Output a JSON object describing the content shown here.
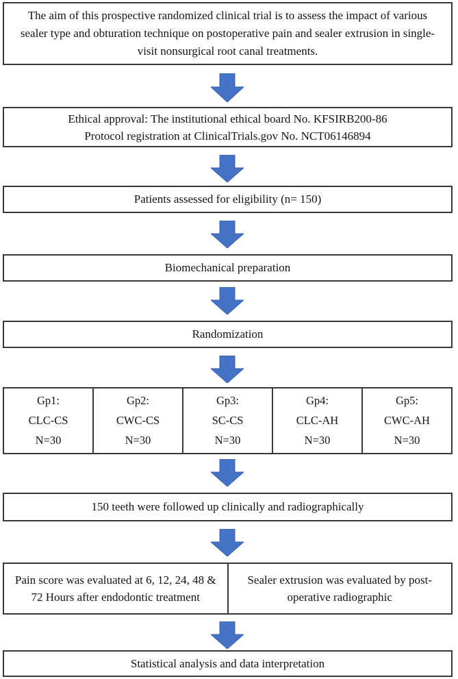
{
  "flow": {
    "aim": "The aim of this prospective randomized clinical trial is to assess the impact of various sealer type and obturation technique on postoperative pain and sealer extrusion in single-visit nonsurgical root canal treatments.",
    "ethics_line1": "Ethical approval: The institutional ethical board No. KFSIRB200-86",
    "ethics_line2": "Protocol registration at ClinicalTrials.gov No. NCT06146894",
    "eligibility": "Patients assessed for eligibility (n= 150)",
    "preparation": "Biomechanical preparation",
    "randomization": "Randomization",
    "groups": [
      {
        "id": "Gp1:",
        "code": "CLC-CS",
        "n": "N=30"
      },
      {
        "id": "Gp2:",
        "code": "CWC-CS",
        "n": "N=30"
      },
      {
        "id": "Gp3:",
        "code": "SC-CS",
        "n": "N=30"
      },
      {
        "id": "Gp4:",
        "code": "CLC-AH",
        "n": "N=30"
      },
      {
        "id": "Gp5:",
        "code": "CWC-AH",
        "n": "N=30"
      }
    ],
    "followup": "150 teeth were followed up clinically and radiographically",
    "pain_eval": "Pain score was evaluated at 6, 12, 24, 48 & 72 Hours after endodontic treatment",
    "sealer_eval": "Sealer extrusion was evaluated by post-operative radiographic",
    "statistics": "Statistical analysis and data interpretation"
  },
  "colors": {
    "arrow": "#4472C4",
    "arrow-edge": "#3A62B5",
    "border": "#383838"
  }
}
